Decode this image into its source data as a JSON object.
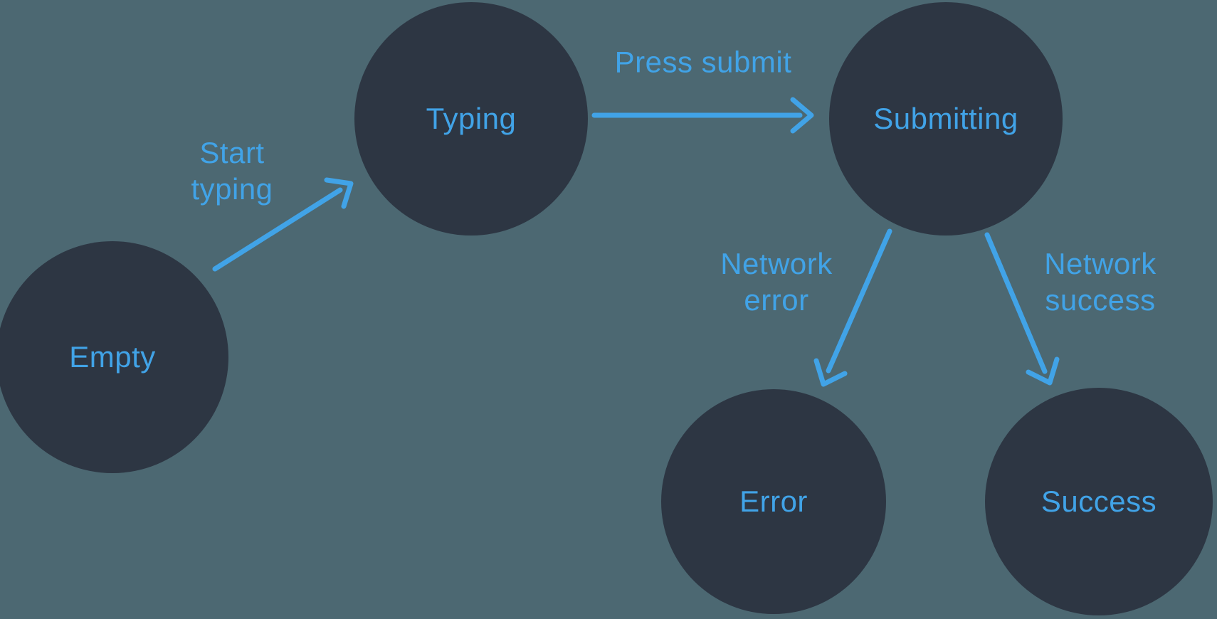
{
  "diagram": {
    "type": "state-machine",
    "colors": {
      "background": "#4C6872",
      "node": "#2D3643",
      "accent": "#41A3E7"
    },
    "states": [
      {
        "id": "empty",
        "label": "Empty"
      },
      {
        "id": "typing",
        "label": "Typing"
      },
      {
        "id": "submitting",
        "label": "Submitting"
      },
      {
        "id": "error",
        "label": "Error"
      },
      {
        "id": "success",
        "label": "Success"
      }
    ],
    "transitions": [
      {
        "from": "empty",
        "to": "typing",
        "label": "Start typing",
        "label_lines": {
          "0": "Start",
          "1": "typing"
        }
      },
      {
        "from": "typing",
        "to": "submitting",
        "label": "Press submit",
        "label_lines": {
          "0": "Press submit"
        }
      },
      {
        "from": "submitting",
        "to": "error",
        "label": "Network error",
        "label_lines": {
          "0": "Network",
          "1": "error"
        }
      },
      {
        "from": "submitting",
        "to": "success",
        "label": "Network success",
        "label_lines": {
          "0": "Network",
          "1": "success"
        }
      }
    ]
  }
}
